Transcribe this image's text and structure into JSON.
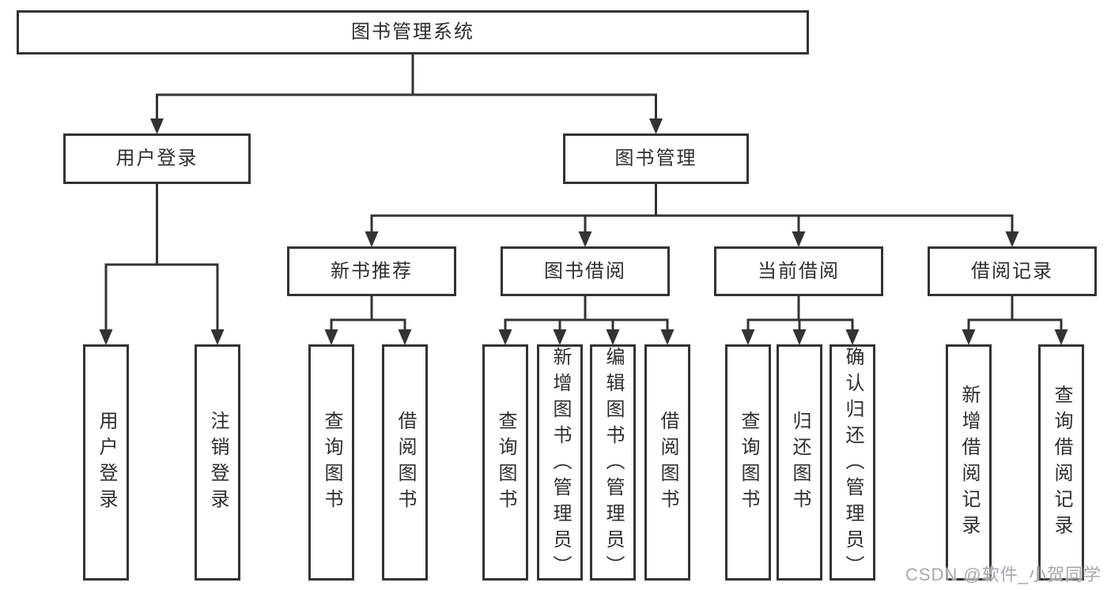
{
  "diagram": {
    "nodes": [
      {
        "id": "root",
        "label": "图书管理系统",
        "shape": "horizontal"
      },
      {
        "id": "login",
        "label": "用户登录",
        "shape": "horizontal"
      },
      {
        "id": "mgmt",
        "label": "图书管理",
        "shape": "horizontal"
      },
      {
        "id": "login-user",
        "label": "用户登录",
        "shape": "vertical"
      },
      {
        "id": "login-logout",
        "label": "注销登录",
        "shape": "vertical"
      },
      {
        "id": "rec",
        "label": "新书推荐",
        "shape": "horizontal"
      },
      {
        "id": "borrow",
        "label": "图书借阅",
        "shape": "horizontal"
      },
      {
        "id": "current",
        "label": "当前借阅",
        "shape": "horizontal"
      },
      {
        "id": "records",
        "label": "借阅记录",
        "shape": "horizontal"
      },
      {
        "id": "rec-query",
        "label": "查询图书",
        "shape": "vertical"
      },
      {
        "id": "rec-borrow",
        "label": "借阅图书",
        "shape": "vertical"
      },
      {
        "id": "borrow-query",
        "label": "查询图书",
        "shape": "vertical"
      },
      {
        "id": "borrow-add",
        "label": "新增图书（管理员）",
        "shape": "vertical"
      },
      {
        "id": "borrow-edit",
        "label": "编辑图书（管理员）",
        "shape": "vertical"
      },
      {
        "id": "borrow-borrow",
        "label": "借阅图书",
        "shape": "vertical"
      },
      {
        "id": "current-query",
        "label": "查询图书",
        "shape": "vertical"
      },
      {
        "id": "current-return",
        "label": "归还图书",
        "shape": "vertical"
      },
      {
        "id": "current-confirm",
        "label": "确认归还（管理员）",
        "shape": "vertical"
      },
      {
        "id": "records-add",
        "label": "新增借阅记录",
        "shape": "vertical"
      },
      {
        "id": "records-query",
        "label": "查询借阅记录",
        "shape": "vertical"
      }
    ],
    "edges": [
      {
        "from": "root",
        "to": [
          "login",
          "mgmt"
        ]
      },
      {
        "from": "login",
        "to": [
          "login-user",
          "login-logout"
        ]
      },
      {
        "from": "mgmt",
        "to": [
          "rec",
          "borrow",
          "current",
          "records"
        ]
      },
      {
        "from": "rec",
        "to": [
          "rec-query",
          "rec-borrow"
        ]
      },
      {
        "from": "borrow",
        "to": [
          "borrow-query",
          "borrow-add",
          "borrow-edit",
          "borrow-borrow"
        ]
      },
      {
        "from": "current",
        "to": [
          "current-query",
          "current-return",
          "current-confirm"
        ]
      },
      {
        "from": "records",
        "to": [
          "records-add",
          "records-query"
        ]
      }
    ],
    "colors": {
      "line": "#333336",
      "text": "#2e2e30",
      "background": "#ffffff",
      "watermark": "#9e9ea5"
    }
  },
  "watermark": {
    "text": "CSDN @软件_小贺同学"
  }
}
